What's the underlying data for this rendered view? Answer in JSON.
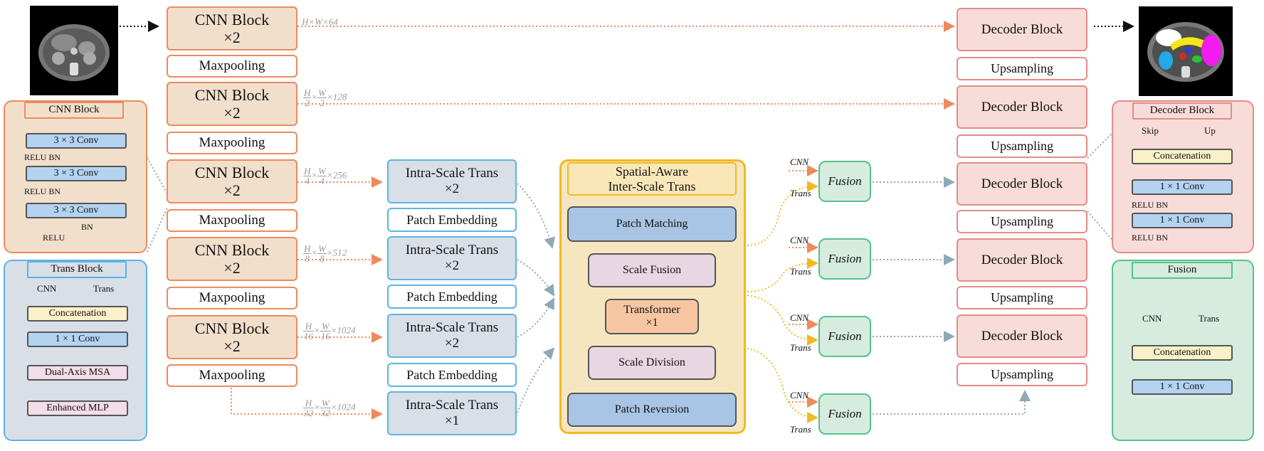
{
  "encoder": {
    "cnn_label": "CNN Block",
    "cnn_mult": "×2",
    "maxpool_label": "Maxpooling"
  },
  "decoder": {
    "block_label": "Decoder Block",
    "upsample_label": "Upsampling"
  },
  "dims": {
    "d1": "H×W×64",
    "d2": {
      "num": "H",
      "den": "2",
      "mid": "W",
      "mid_den": "2",
      "ch": "×128"
    },
    "d3": {
      "num": "H",
      "den": "4",
      "mid": "W",
      "mid_den": "4",
      "ch": "×256"
    },
    "d4": {
      "num": "H",
      "den": "8",
      "mid": "W",
      "mid_den": "8",
      "ch": "×512"
    },
    "d5": {
      "num": "H",
      "den": "16",
      "mid": "W",
      "mid_den": "16",
      "ch": "×1024"
    },
    "d6": {
      "num": "H",
      "den": "32",
      "mid": "W",
      "mid_den": "32",
      "ch": "×1024"
    }
  },
  "intra": {
    "label": "Intra-Scale Trans",
    "mult2": "×2",
    "mult1": "×1",
    "patch_embedding": "Patch Embedding"
  },
  "center": {
    "title_line1": "Spatial-Aware",
    "title_line2": "Inter-Scale Trans",
    "patch_matching": "Patch Matching",
    "scale_fusion": "Scale Fusion",
    "transformer": "Transformer",
    "transformer_mult": "×1",
    "scale_division": "Scale Division",
    "patch_reversion": "Patch Reversion"
  },
  "fusion": {
    "label": "Fusion",
    "cnn_tag": "CNN",
    "trans_tag": "Trans"
  },
  "legend_cnn": {
    "title": "CNN Block",
    "conv": "3 × 3 Conv",
    "relu_bn": "RELU BN",
    "bn": "BN",
    "relu": "RELU"
  },
  "legend_trans": {
    "title": "Trans Block",
    "cnn": "CNN",
    "trans": "Trans",
    "concat": "Concatenation",
    "conv": "1 × 1 Conv",
    "msa": "Dual-Axis MSA",
    "mlp": "Enhanced MLP"
  },
  "legend_decoder": {
    "title": "Decoder Block",
    "skip": "Skip",
    "up": "Up",
    "concat": "Concatenation",
    "conv": "1 × 1 Conv",
    "relu_bn": "RELU BN"
  },
  "legend_fusion": {
    "title": "Fusion",
    "cnn": "CNN",
    "trans": "Trans",
    "concat": "Concatenation",
    "conv": "1 × 1 Conv"
  },
  "colors": {
    "cnn_orange": "#ee8a5c",
    "trans_blue": "#5eb3e3",
    "decoder_pink": "#e58b86",
    "fusion_green": "#53c38a",
    "center_gold": "#f2b921"
  },
  "images": {
    "input": "ct-scan-input",
    "output": "segmentation-output"
  }
}
